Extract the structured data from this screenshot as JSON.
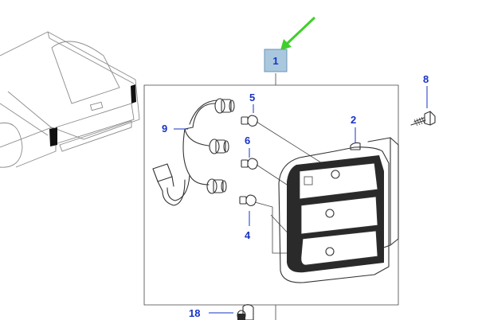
{
  "diagram": {
    "callouts": {
      "c1": "1",
      "c2": "2",
      "c4": "4",
      "c5": "5",
      "c6": "6",
      "c8": "8",
      "c9": "9",
      "c18": "18"
    },
    "colors": {
      "callout_text": "#1733c4",
      "callout_box_fill": "#a9c8de",
      "callout_box_border": "#6d95b4",
      "pointer_arrow": "#3fcf2c",
      "lamp_lens_dark": "#2a2a2a"
    }
  }
}
